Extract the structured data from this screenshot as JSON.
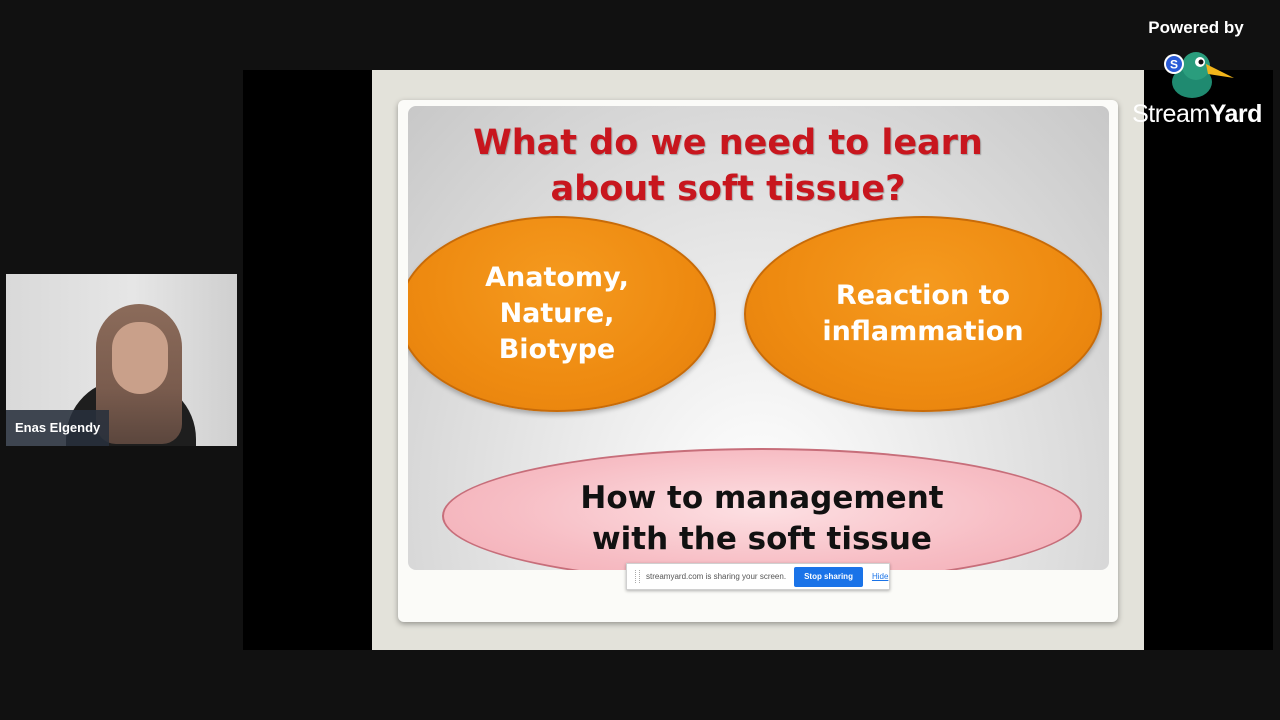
{
  "branding": {
    "powered_by": "Powered by",
    "name_light": "Stream",
    "name_bold": "Yard",
    "logo_icon": "streamyard-duck-logo"
  },
  "presenter": {
    "name": "Enas Elgendy"
  },
  "slide": {
    "title_line1": "What do we need to learn",
    "title_line2": "about soft tissue?",
    "oval_left_lines": [
      "Anatomy,",
      "Nature,",
      "Biotype"
    ],
    "oval_right_lines": [
      "Reaction to",
      "inflammation"
    ],
    "oval_bottom_lines": [
      "How to management",
      "with the soft tissue"
    ],
    "colors": {
      "title": "#c8161e",
      "orange_oval": "#ee8a10",
      "pink_oval": "#f7bec5"
    }
  },
  "share_notification": {
    "message": "streamyard.com is sharing your screen.",
    "stop_label": "Stop sharing",
    "hide_label": "Hide"
  }
}
